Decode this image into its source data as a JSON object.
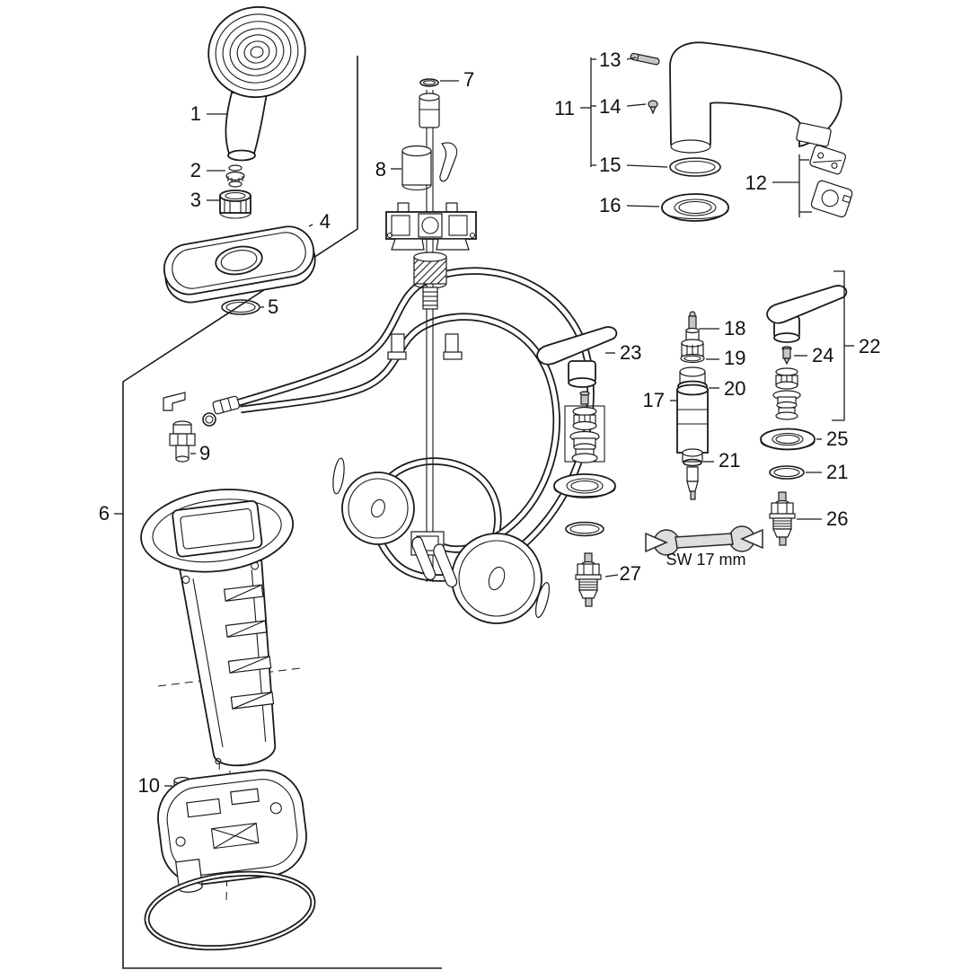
{
  "diagram": {
    "type": "exploded-parts-diagram",
    "background": "#ffffff",
    "line_color": "#1a1a1a",
    "labels": {
      "p1": "1",
      "p2": "2",
      "p3": "3",
      "p4": "4",
      "p5": "5",
      "p6": "6",
      "p7": "7",
      "p8": "8",
      "p9": "9",
      "p10": "10",
      "p11": "11",
      "p12": "12",
      "p13": "13",
      "p14": "14",
      "p15": "15",
      "p16": "16",
      "p17": "17",
      "p18": "18",
      "p19": "19",
      "p20": "20",
      "p21": "21",
      "p21_right": "21",
      "p22": "22",
      "p23": "23",
      "p24": "24",
      "p25": "25",
      "p26": "26",
      "p27": "27"
    },
    "annotations": {
      "wrench_size": "SW 17 mm"
    }
  }
}
